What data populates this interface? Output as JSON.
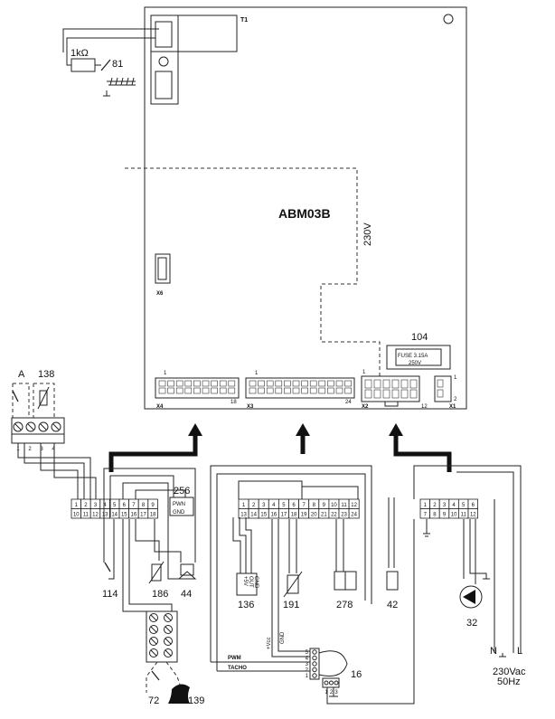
{
  "board": {
    "name": "ABM03B",
    "transformer": "T1",
    "voltage": "230V",
    "fuse_ref": "104",
    "fuse_line1": "FUSE 3.15A",
    "fuse_line2": "250V",
    "connectors": {
      "x1": "X1",
      "x2": "X2",
      "x3": "X3",
      "x4": "X4",
      "x6": "X6",
      "x4_pin_first": "1",
      "x4_pin_last": "18",
      "x3_pin_first": "1",
      "x3_pin_last": "24",
      "x2_pin_first": "1",
      "x2_pin_last": "12",
      "x1_pin_first": "1",
      "x1_pin_last": "2"
    }
  },
  "sensor_circuit": {
    "resistor": "1kΩ",
    "ref": "81"
  },
  "left_group": {
    "label_a": "A",
    "label_138": "138",
    "terminal_numbers": [
      "1",
      "2",
      "3",
      "4"
    ],
    "block_top": [
      "1",
      "2",
      "3",
      "4",
      "5",
      "6",
      "7",
      "8",
      "9"
    ],
    "block_bottom": [
      "10",
      "11",
      "12",
      "13",
      "14",
      "15",
      "16",
      "17",
      "18"
    ],
    "pwm_ref": "256",
    "pwm_label": "PWN",
    "gnd_label": "GND",
    "components": [
      "114",
      "186",
      "44"
    ],
    "bottom_refs": [
      "72",
      "139"
    ]
  },
  "middle_group": {
    "block_top": [
      "1",
      "2",
      "3",
      "4",
      "5",
      "6",
      "7",
      "8",
      "9",
      "10",
      "11",
      "12"
    ],
    "block_bottom": [
      "13",
      "14",
      "15",
      "16",
      "17",
      "18",
      "19",
      "20",
      "21",
      "22",
      "23",
      "24"
    ],
    "components": [
      "136",
      "191",
      "278",
      "42"
    ],
    "box136_lines": [
      "GND",
      "OUT",
      "+5V"
    ]
  },
  "right_group": {
    "block_top": [
      "1",
      "2",
      "3",
      "4",
      "5",
      "6"
    ],
    "block_bottom": [
      "7",
      "8",
      "9",
      "10",
      "11",
      "12"
    ],
    "pump_ref": "32",
    "n_label": "N",
    "l_label": "L",
    "supply_line1": "230Vac",
    "supply_line2": "50Hz"
  },
  "fan": {
    "ref": "16",
    "pwm": "PWM",
    "tacho": "TACHO",
    "vcc": "+Vcc",
    "gnd": "GND",
    "pins_top": [
      "5",
      "4",
      "3",
      "2",
      "1"
    ],
    "pins_bottom": [
      "1",
      "2",
      "3"
    ]
  }
}
